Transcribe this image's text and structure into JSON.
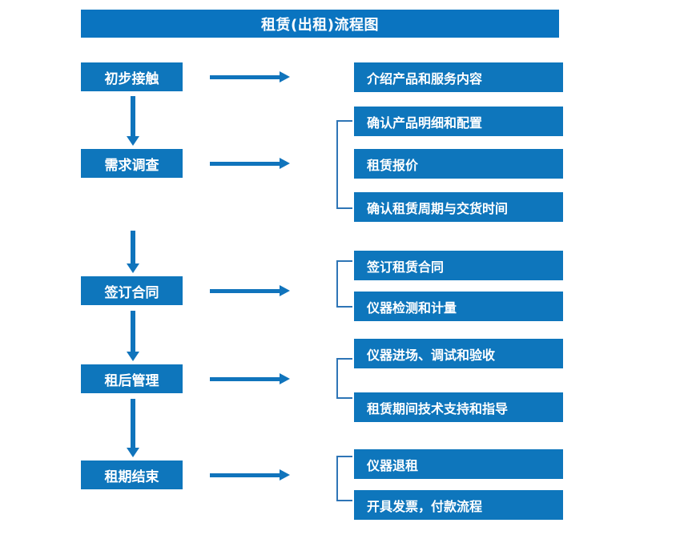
{
  "title": "租赁(出租)流程图",
  "colors": {
    "title_bar": "#0A74C0",
    "box_fill": "#0E76BC",
    "arrow": "#1074BC",
    "bracket": "#2E75B6",
    "text": "#FFFFFF",
    "background": "#FFFFFF"
  },
  "stages": [
    {
      "label": "初步接触"
    },
    {
      "label": "需求调查"
    },
    {
      "label": "签订合同"
    },
    {
      "label": "租后管理"
    },
    {
      "label": "租期结束"
    }
  ],
  "details": [
    {
      "label": "介绍产品和服务内容"
    },
    {
      "label": "确认产品明细和配置"
    },
    {
      "label": "租赁报价"
    },
    {
      "label": "确认租赁周期与交货时间"
    },
    {
      "label": "签订租赁合同"
    },
    {
      "label": "仪器检测和计量"
    },
    {
      "label": "仪器进场、调试和验收"
    },
    {
      "label": "租赁期间技术支持和指导"
    },
    {
      "label": "仪器退租"
    },
    {
      "label": "开具发票，付款流程"
    }
  ],
  "groups": [
    {
      "stage": "需求调查",
      "members": [
        "确认产品明细和配置",
        "租赁报价",
        "确认租赁周期与交货时间"
      ]
    },
    {
      "stage": "签订合同",
      "members": [
        "签订租赁合同",
        "仪器检测和计量"
      ]
    },
    {
      "stage": "租后管理",
      "members": [
        "仪器进场、调试和验收",
        "租赁期间技术支持和指导"
      ]
    },
    {
      "stage": "租期结束",
      "members": [
        "仪器退租",
        "开具发票，付款流程"
      ]
    }
  ],
  "connectors": {
    "stage_to_detail": "horizontal-arrow",
    "stage_to_stage": "vertical-arrow"
  }
}
